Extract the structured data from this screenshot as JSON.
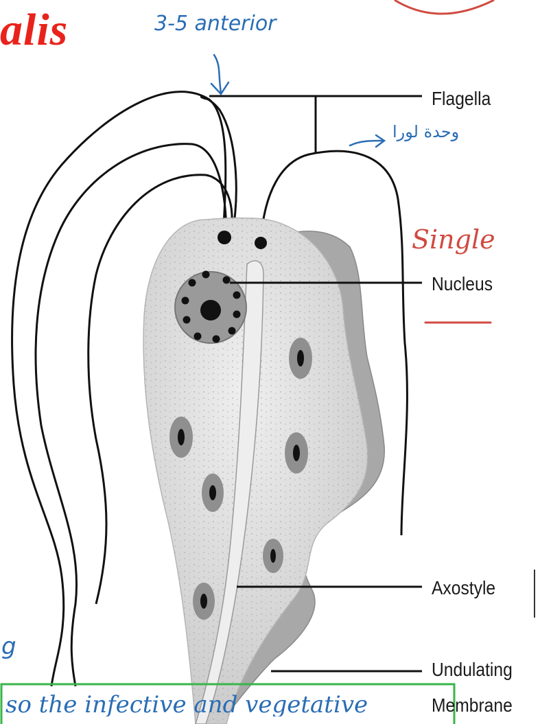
{
  "title": {
    "text": "alis",
    "color": "#e8231c"
  },
  "labels": {
    "flagella": "Flagella",
    "nucleus": "Nucleus",
    "axostyle": "Axostyle",
    "undulating_line1": "Undulating",
    "undulating_line2": "Membrane"
  },
  "handwriting": {
    "anterior_note": "3-5 anterior",
    "arabic_note": "وحدة لورا",
    "single_note": "Single",
    "bottom_note": "so the infective and vegetative",
    "left_fragment": "g"
  },
  "colors": {
    "ink_blue": "#2a6db5",
    "ink_red": "#d04a40",
    "box_green": "#39b54a",
    "title_red": "#e8231c",
    "line_black": "#111111",
    "cell_fill": "#d8d8d8",
    "membrane_fill": "#a8a8a8",
    "nucleus_fill": "#9a9a9a"
  }
}
